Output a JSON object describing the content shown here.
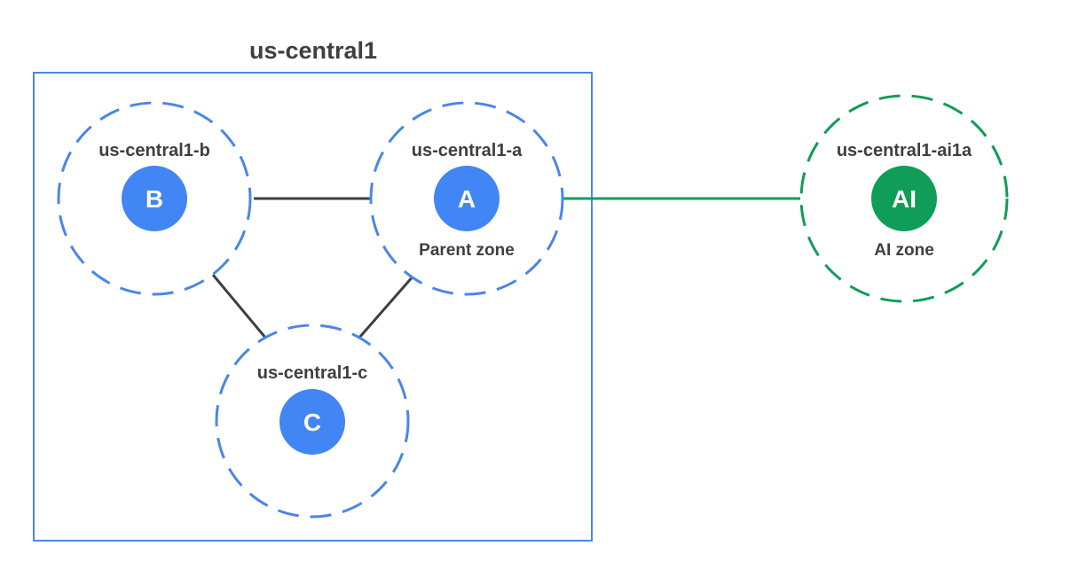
{
  "region": {
    "title": "us-central1"
  },
  "zones": {
    "b": {
      "name": "us-central1-b",
      "badge": "B"
    },
    "a": {
      "name": "us-central1-a",
      "badge": "A",
      "sublabel": "Parent zone"
    },
    "c": {
      "name": "us-central1-c",
      "badge": "C"
    },
    "ai": {
      "name": "us-central1-ai1a",
      "badge": "AI",
      "sublabel": "AI zone"
    }
  },
  "colors": {
    "region_border": "#4a86e8",
    "zone_blue": "#4a86e8",
    "badge_blue": "#4285f4",
    "zone_green": "#0f9d58",
    "badge_green": "#0f9d58",
    "link_dark": "#3c4043",
    "link_green": "#0f9d58"
  },
  "icons": {
    "zone_badge": "circle-letter-badge"
  }
}
